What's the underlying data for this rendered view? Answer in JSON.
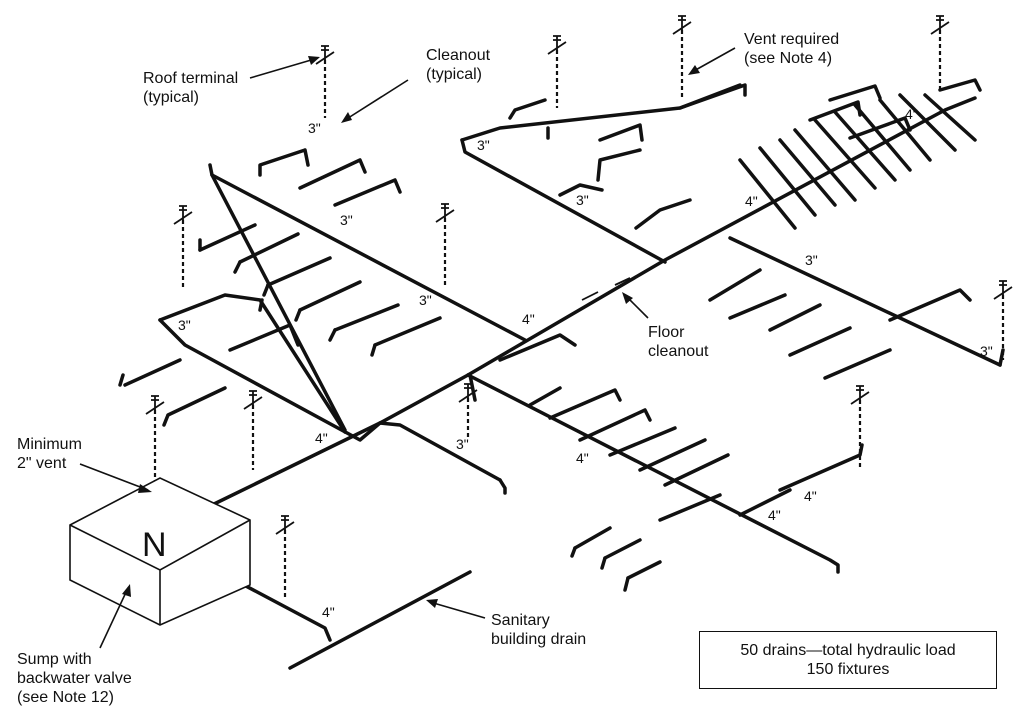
{
  "labels": {
    "roof_terminal": "Roof terminal\n(typical)",
    "cleanout": "Cleanout\n(typical)",
    "vent_required": "Vent required\n(see Note 4)",
    "floor_cleanout": "Floor\ncleanout",
    "minimum_vent": "Minimum\n2\" vent",
    "sump": "Sump with\nbackwater valve\n(see Note 12)",
    "sanitary_drain": "Sanitary\nbuilding drain",
    "sump_mark": "N"
  },
  "load_box": {
    "line1": "50 drains—total hydraulic load",
    "line2": "150 fixtures"
  },
  "pipe_sizes": [
    "3\"",
    "3\"",
    "3\"",
    "3\"",
    "3\"",
    "3\"",
    "3\"",
    "3\"",
    "3\"",
    "4\"",
    "4\"",
    "4\"",
    "4\"",
    "4\"",
    "4\"",
    "4\""
  ],
  "colors": {
    "line": "#111111",
    "background": "#ffffff"
  }
}
